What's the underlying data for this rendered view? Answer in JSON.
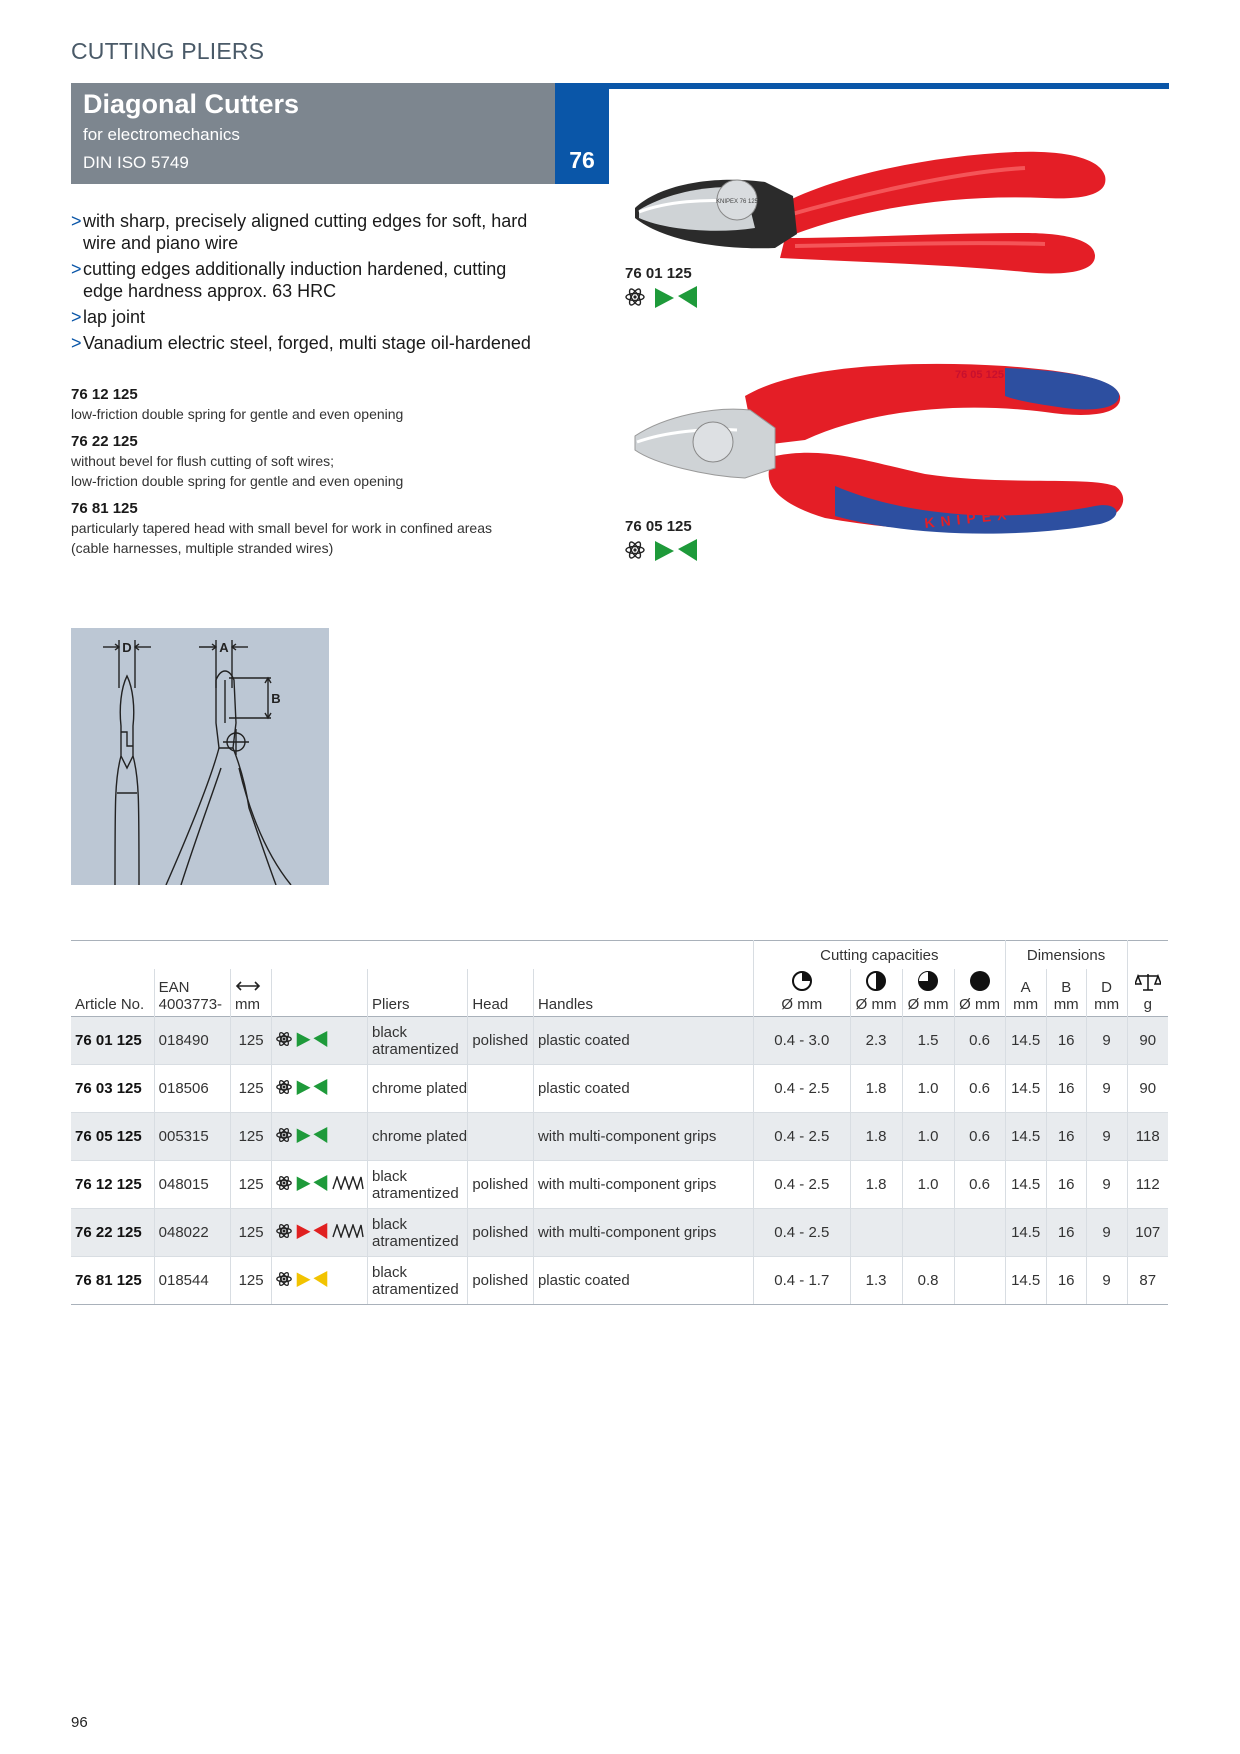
{
  "section_label": "CUTTING PLIERS",
  "header": {
    "title": "Diagonal Cutters",
    "subtitle": "for electromechanics",
    "norm": "DIN ISO 5749",
    "group_number": "76"
  },
  "features": [
    "with sharp, precisely aligned cutting edges for soft, hard wire and piano wire",
    "cutting edges additionally induction hardened, cutting edge hardness approx. 63 HRC",
    "lap joint",
    "Vanadium electric steel, forged, multi stage oil-hardened"
  ],
  "variants": [
    {
      "code": "76 12 125",
      "desc": [
        "low-friction double spring for gentle and even opening"
      ]
    },
    {
      "code": "76 22 125",
      "desc": [
        "without bevel for flush cutting of soft wires;",
        "low-friction double spring for gentle and even opening"
      ]
    },
    {
      "code": "76 81 125",
      "desc": [
        "particularly tapered head with small bevel for work in confined areas",
        "(cable harnesses, multiple stranded wires)"
      ]
    }
  ],
  "products": [
    {
      "label": "76 01 125"
    },
    {
      "label": "76 05 125",
      "handle_print": "76 05 125",
      "brand_print": "KNIPEX"
    }
  ],
  "head_print": "KNIPEX 76 125",
  "diagram": {
    "label_d": "D",
    "label_a": "A",
    "label_b": "B"
  },
  "table": {
    "group_cutting": "Cutting capacities",
    "group_dimensions": "Dimensions",
    "headers": {
      "article": "Article No.",
      "ean_top": "EAN",
      "ean": "4003773-",
      "length_unit": "mm",
      "pliers": "Pliers",
      "head": "Head",
      "handles": "Handles",
      "cut_unit": "Ø mm",
      "dim_a": "A",
      "dim_b": "B",
      "dim_d": "D",
      "dim_unit": "mm",
      "weight_unit": "g"
    },
    "rows": [
      {
        "article": "76 01 125",
        "ean": "018490",
        "length": "125",
        "edge": "green",
        "spring": false,
        "pliers": [
          "black",
          "atramentized"
        ],
        "head": "polished",
        "handles": "plastic coated",
        "soft": "0.4 - 3.0",
        "medium": "2.3",
        "hard": "1.5",
        "piano": "0.6",
        "a": "14.5",
        "b": "16",
        "d": "9",
        "weight": "90"
      },
      {
        "article": "76 03 125",
        "ean": "018506",
        "length": "125",
        "edge": "green",
        "spring": false,
        "pliers": [
          "chrome plated"
        ],
        "head": "",
        "handles": "plastic coated",
        "soft": "0.4 - 2.5",
        "medium": "1.8",
        "hard": "1.0",
        "piano": "0.6",
        "a": "14.5",
        "b": "16",
        "d": "9",
        "weight": "90"
      },
      {
        "article": "76 05 125",
        "ean": "005315",
        "length": "125",
        "edge": "green",
        "spring": false,
        "pliers": [
          "chrome plated"
        ],
        "head": "",
        "handles": "with multi-component grips",
        "soft": "0.4 - 2.5",
        "medium": "1.8",
        "hard": "1.0",
        "piano": "0.6",
        "a": "14.5",
        "b": "16",
        "d": "9",
        "weight": "118"
      },
      {
        "article": "76 12 125",
        "ean": "048015",
        "length": "125",
        "edge": "green",
        "spring": true,
        "pliers": [
          "black",
          "atramentized"
        ],
        "head": "polished",
        "handles": "with multi-component grips",
        "soft": "0.4 - 2.5",
        "medium": "1.8",
        "hard": "1.0",
        "piano": "0.6",
        "a": "14.5",
        "b": "16",
        "d": "9",
        "weight": "112"
      },
      {
        "article": "76 22 125",
        "ean": "048022",
        "length": "125",
        "edge": "red",
        "spring": true,
        "pliers": [
          "black",
          "atramentized"
        ],
        "head": "polished",
        "handles": "with multi-component grips",
        "soft": "0.4 - 2.5",
        "medium": "",
        "hard": "",
        "piano": "",
        "a": "14.5",
        "b": "16",
        "d": "9",
        "weight": "107"
      },
      {
        "article": "76 81 125",
        "ean": "018544",
        "length": "125",
        "edge": "yellow",
        "spring": false,
        "pliers": [
          "black",
          "atramentized"
        ],
        "head": "polished",
        "handles": "plastic coated",
        "soft": "0.4 - 1.7",
        "medium": "1.3",
        "hard": "0.8",
        "piano": "",
        "a": "14.5",
        "b": "16",
        "d": "9",
        "weight": "87"
      }
    ]
  },
  "icons": {
    "cutting_edge_green": "#1e9a3a",
    "cutting_edge_red": "#e02020",
    "cutting_edge_yellow": "#f2c300",
    "hardened": "atom-icon",
    "spring": "spring-icon",
    "length": "double-arrow-icon",
    "weight": "scale-icon"
  },
  "colors": {
    "brand_blue": "#0a56a8",
    "header_grey": "#7d868f",
    "handle_red": "#e41e26",
    "grip_blue": "#2d4fa0"
  },
  "page_number": "96"
}
